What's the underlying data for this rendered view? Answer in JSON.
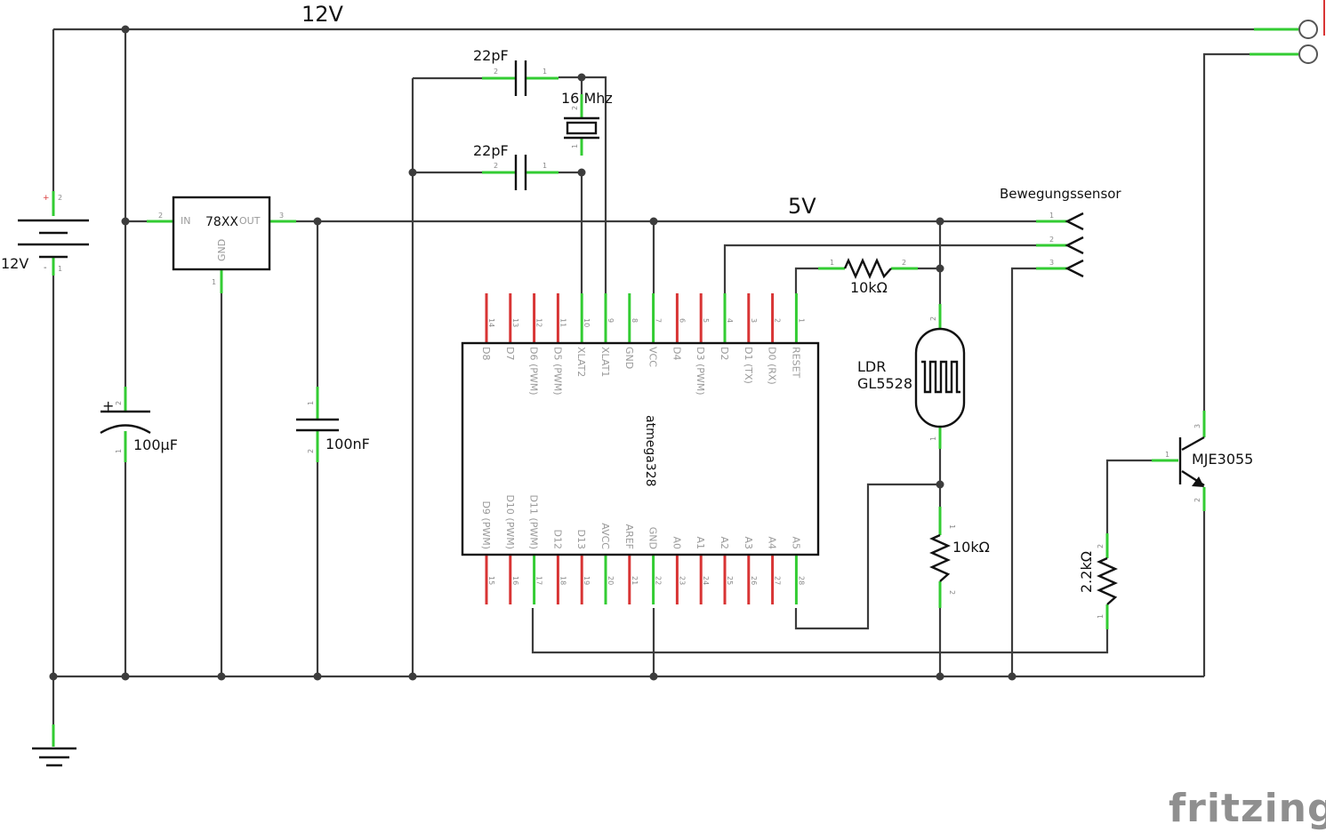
{
  "labels": {
    "rail_12v": "12V",
    "rail_5v": "5V",
    "battery": "12V",
    "battery_plus": "+",
    "battery_minus": "-",
    "regulator": "78XX",
    "reg_in": "IN",
    "reg_out": "OUT",
    "reg_gnd": "GND",
    "cap_bulk": "100µF",
    "cap_bulk_plus": "+",
    "cap_decouple": "100nF",
    "cap_xtal_top": "22pF",
    "cap_xtal_bottom": "22pF",
    "crystal": "16 Mhz",
    "mcu": "atmega328",
    "sensor": "Bewegungssensor",
    "r_pullup": "10kΩ",
    "ldr_line1": "LDR",
    "ldr_line2": "GL5528",
    "r_divider": "10kΩ",
    "r_base": "2.2kΩ",
    "transistor": "MJE3055",
    "brand": "fritzing"
  },
  "mcu_pins": {
    "top": [
      {
        "num": "14",
        "name": "D8",
        "connected": false
      },
      {
        "num": "13",
        "name": "D7",
        "connected": false
      },
      {
        "num": "12",
        "name": "D6 (PWM)",
        "connected": false
      },
      {
        "num": "11",
        "name": "D5 (PWM)",
        "connected": false
      },
      {
        "num": "10",
        "name": "XLAT2",
        "connected": true
      },
      {
        "num": "9",
        "name": "XLAT1",
        "connected": true
      },
      {
        "num": "8",
        "name": "GND",
        "connected": true
      },
      {
        "num": "7",
        "name": "VCC",
        "connected": true
      },
      {
        "num": "6",
        "name": "D4",
        "connected": false
      },
      {
        "num": "5",
        "name": "D3 (PWM)",
        "connected": false
      },
      {
        "num": "4",
        "name": "D2",
        "connected": true
      },
      {
        "num": "3",
        "name": "D1 (TX)",
        "connected": false
      },
      {
        "num": "2",
        "name": "D0 (RX)",
        "connected": false
      },
      {
        "num": "1",
        "name": "RESET",
        "connected": true
      }
    ],
    "bottom": [
      {
        "num": "15",
        "name": "D9 (PWM)",
        "connected": false
      },
      {
        "num": "16",
        "name": "D10 (PWM)",
        "connected": false
      },
      {
        "num": "17",
        "name": "D11 (PWM)",
        "connected": true
      },
      {
        "num": "18",
        "name": "D12",
        "connected": false
      },
      {
        "num": "19",
        "name": "D13",
        "connected": false
      },
      {
        "num": "20",
        "name": "AVCC",
        "connected": true
      },
      {
        "num": "21",
        "name": "AREF",
        "connected": false
      },
      {
        "num": "22",
        "name": "GND",
        "connected": true
      },
      {
        "num": "23",
        "name": "A0",
        "connected": false
      },
      {
        "num": "24",
        "name": "A1",
        "connected": false
      },
      {
        "num": "25",
        "name": "A2",
        "connected": false
      },
      {
        "num": "26",
        "name": "A3",
        "connected": false
      },
      {
        "num": "27",
        "name": "A4",
        "connected": false
      },
      {
        "num": "28",
        "name": "A5",
        "connected": true
      }
    ]
  },
  "pin_numbers": {
    "battery": [
      "2",
      "1"
    ],
    "regulator": [
      "2",
      "3",
      "1"
    ],
    "cap_bulk": [
      "2",
      "1"
    ],
    "cap_decouple": [
      "1",
      "2"
    ],
    "cap_xtal_top": [
      "2",
      "1"
    ],
    "cap_xtal_bottom": [
      "2",
      "1"
    ],
    "crystal": [
      "2",
      "1"
    ],
    "r_pullup": [
      "1",
      "2"
    ],
    "ldr": [
      "2",
      "1"
    ],
    "r_divider": [
      "1",
      "2"
    ],
    "r_base": [
      "2",
      "1"
    ],
    "transistor": [
      "1",
      "3",
      "2"
    ],
    "sensor": [
      "1",
      "2",
      "3"
    ]
  },
  "colors": {
    "wire": "#3c3c3c",
    "lead_connected": "#33cc33",
    "lead_unconnected": "#d83434",
    "pin_label": "#9a9a9a",
    "brand": "#8f8f8f"
  }
}
